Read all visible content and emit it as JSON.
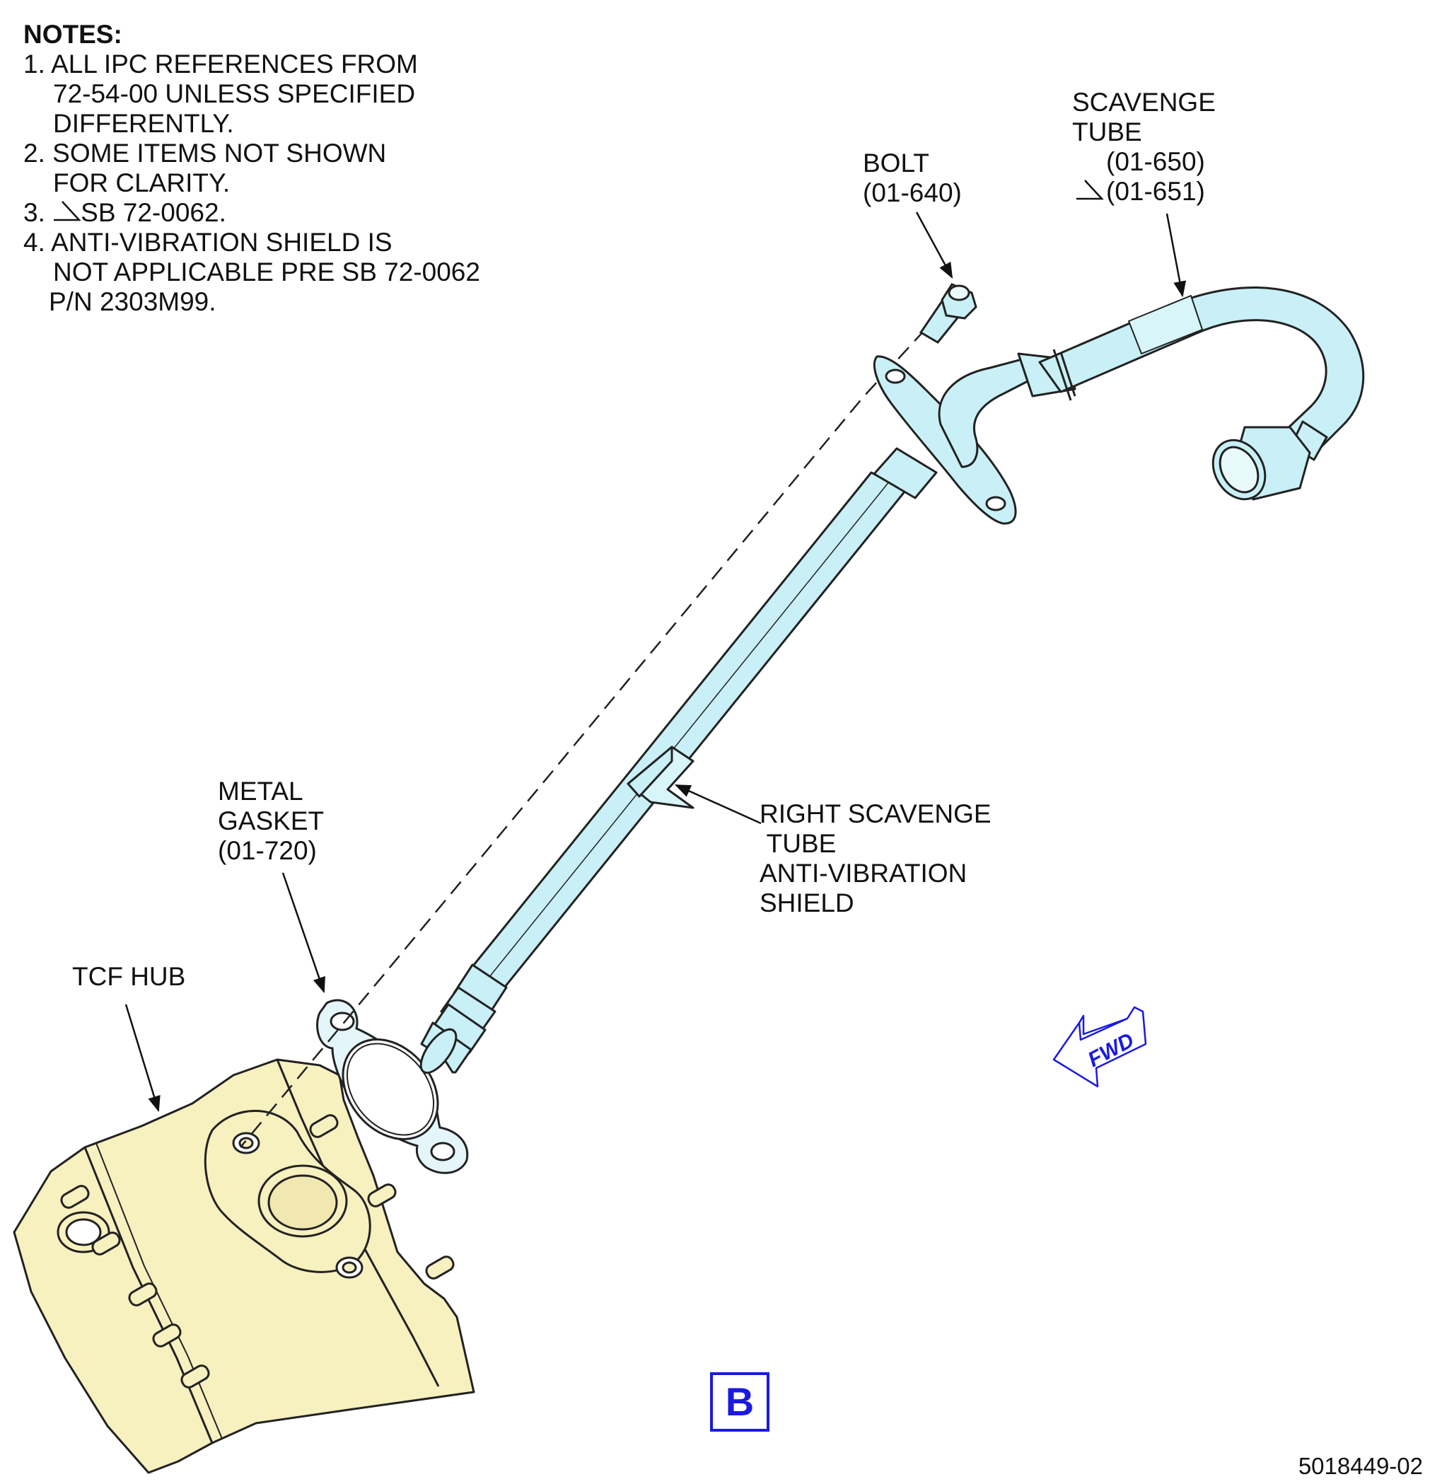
{
  "notes": {
    "heading": "NOTES:",
    "n1a": "1. ALL IPC REFERENCES FROM",
    "n1b": "72-54-00 UNLESS SPECIFIED",
    "n1c": "DIFFERENTLY.",
    "n2a": "2. SOME ITEMS NOT SHOWN",
    "n2b": "FOR CLARITY.",
    "n3_prefix": "3. ",
    "n3": "SB 72-0062.",
    "n4a": "4. ANTI-VIBRATION SHIELD IS",
    "n4b": "NOT APPLICABLE PRE SB 72-0062",
    "n4c": "P/N 2303M99."
  },
  "labels": {
    "bolt_1": "BOLT",
    "bolt_2": "(01-640)",
    "tube_1": "SCAVENGE",
    "tube_2": "TUBE",
    "tube_3": "(01-650)",
    "tube_4": "(01-651)",
    "gasket_1": "METAL",
    "gasket_2": "GASKET",
    "gasket_3": "(01-720)",
    "shield_1": "RIGHT SCAVENGE",
    "shield_2": " TUBE",
    "shield_3": "ANTI-VIBRATION",
    "shield_4": "SHIELD",
    "hub": "TCF HUB",
    "fwd": "FWD",
    "view": "B",
    "figure_id": "5018449-02"
  },
  "colors": {
    "tube_fill": "#c8f0f6",
    "hub_fill": "#f7f0bf",
    "gasket_fill": "#e4f6fa",
    "accent_blue": "#1a1ae0"
  }
}
